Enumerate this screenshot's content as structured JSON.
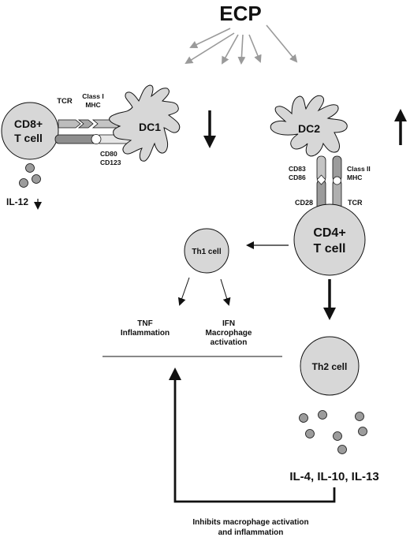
{
  "title": "ECP",
  "cells": {
    "cd8": [
      "CD8+",
      "T cell"
    ],
    "dc1": "DC1",
    "dc2": "DC2",
    "cd4": [
      "CD4+",
      "T cell"
    ],
    "th1": "Th1 cell",
    "th2": "Th2 cell"
  },
  "receptors": {
    "tcr_left": "TCR",
    "mhc1": [
      "Class I",
      "MHC"
    ],
    "cd80_cd123": [
      "CD80",
      "CD123"
    ],
    "cd83_cd86": [
      "CD83",
      "CD86"
    ],
    "mhc2": [
      "Class II",
      "MHC"
    ],
    "cd28": "CD28",
    "tcr_right": "TCR"
  },
  "cytokines": {
    "il12": "IL-12",
    "tnf": [
      "TNF",
      "Inflammation"
    ],
    "ifn": [
      "IFN",
      "Macrophage",
      "activation"
    ],
    "il4": "IL-4, IL-10, IL-13"
  },
  "caption": [
    "Inhibits macrophage activation",
    "and inflammation"
  ],
  "colors": {
    "cell_fill": "#d7d7d7",
    "stroke": "#111111",
    "ecp_arrow": "#9a9a9a",
    "dot_fill": "#9c9c9c"
  }
}
